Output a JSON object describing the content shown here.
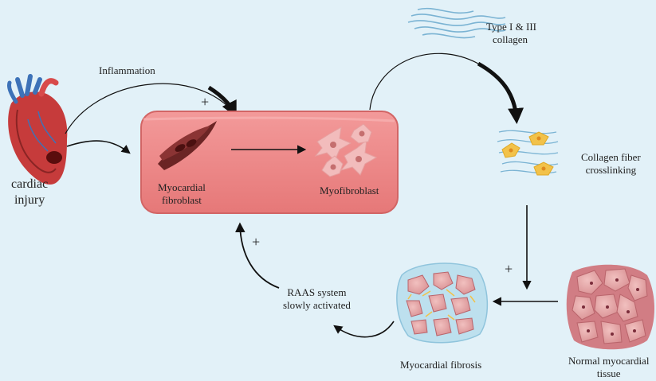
{
  "labels": {
    "inflammation": "Inflammation",
    "cardiac_injury_1": "cardiac",
    "cardiac_injury_2": "injury",
    "plus_top": "+",
    "plus_left": "+",
    "plus_right": "+",
    "myocardial_fibroblast_1": "Myocardial",
    "myocardial_fibroblast_2": "fibroblast",
    "myofibroblast": "Myofibroblast",
    "collagen_1": "Type I & III",
    "collagen_2": "collagen",
    "crosslinking_1": "Collagen fiber",
    "crosslinking_2": "crosslinking",
    "raas_1": "RAAS system",
    "raas_2": "slowly activated",
    "fibrosis": "Myocardial fibrosis",
    "normal_1": "Normal myocardial",
    "normal_2": "tissue"
  },
  "colors": {
    "background": "#e2f1f8",
    "box_fill": "#ee8585",
    "box_stroke": "#d26565",
    "arrow": "#111111",
    "heart_red": "#c63b3b",
    "vessel_blue": "#3d72b8",
    "tissue_pink": "#dd8f95",
    "fiber_blue": "#7ab3d3",
    "fiber_yellow": "#f2c24a"
  }
}
